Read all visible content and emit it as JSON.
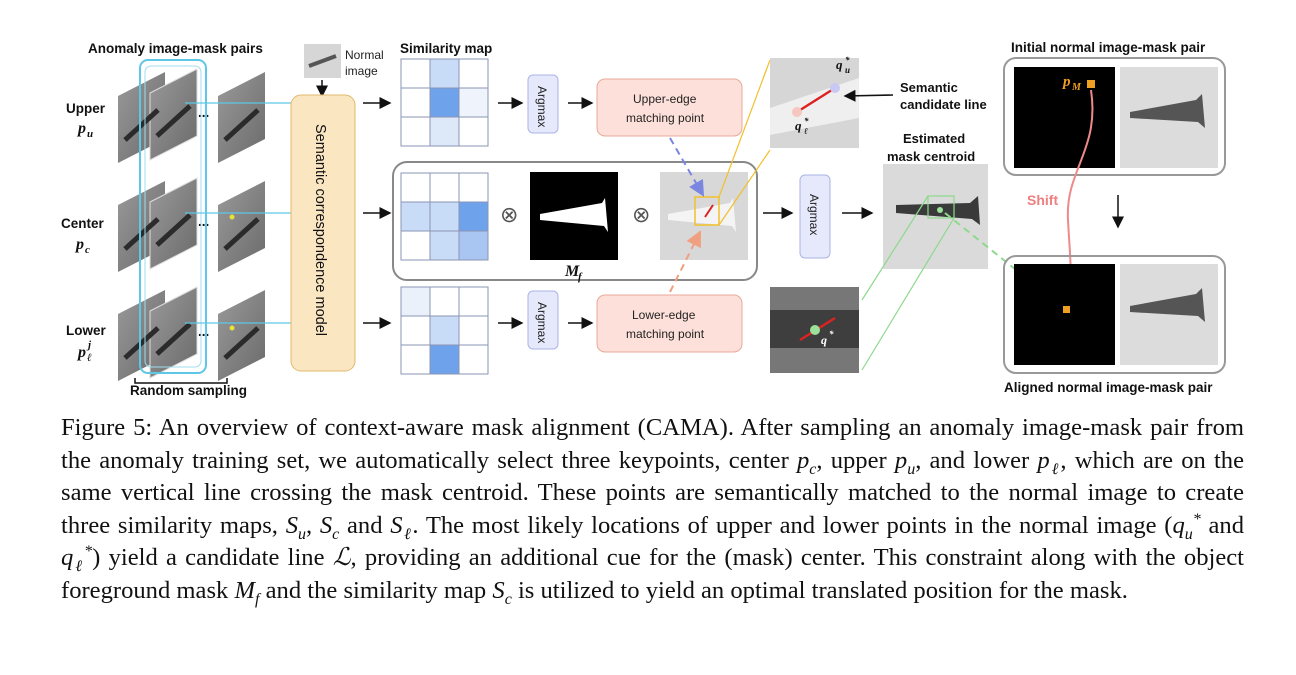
{
  "figure": {
    "left_title": "Anomaly image-mask pairs",
    "normal_image_label_1": "Normal",
    "normal_image_label_2": "image",
    "similarity_map_title": "Similarity map",
    "rows": [
      {
        "name": "Upper",
        "symbol": "p",
        "subscript": "u",
        "superscript": ""
      },
      {
        "name": "Center",
        "symbol": "p",
        "subscript": "c",
        "superscript": ""
      },
      {
        "name": "Lower",
        "symbol": "p",
        "subscript": "ℓ",
        "superscript": "j"
      }
    ],
    "random_sampling": "Random sampling",
    "model_label": "Semantic correspondence model",
    "argmax": "Argmax",
    "upper_match_1": "Upper-edge",
    "upper_match_2": "matching point",
    "lower_match_1": "Lower-edge",
    "lower_match_2": "matching point",
    "mask_symbol": "M",
    "mask_subscript": "f",
    "semantic_line_1": "Semantic",
    "semantic_line_2": "candidate line",
    "q_u": "q",
    "q_u_sub": "u",
    "q_u_sup": "*",
    "q_l": "q",
    "q_l_sub": "ℓ",
    "q_l_sup": "*",
    "q_star": "q",
    "q_star_sup": "*",
    "estimated_1": "Estimated",
    "estimated_2": "mask centroid",
    "initial_pair": "Initial normal image-mask pair",
    "aligned_pair": "Aligned normal image-mask pair",
    "p_m": "p",
    "p_m_sub": "M",
    "shift": "Shift",
    "otimes": "⊗",
    "ellipsis": "...",
    "colors": {
      "model_fill": "#fbe6c2",
      "match_fill": "#fde0da",
      "argmax_fill": "#e6e9fb",
      "cyan_line": "#5ec7e6",
      "shift_arrow": "#ef8a8a",
      "green_dash": "#8cd98c",
      "yellow_line": "#f2bf2c"
    }
  },
  "caption": {
    "label": "Figure 5:",
    "p1": "An overview of context-aware mask alignment (CAMA). After sampling an anomaly image-mask pair from the anomaly training set, we automatically select three keypoints, center",
    "p2": ", upper",
    "p3": ", and lower",
    "p4": ", which are on the same vertical line crossing the mask centroid. These points are semantically matched to the normal image to create three similarity maps,",
    "p5": "and",
    "p6": ". The most likely locations of upper and lower points in the normal image (",
    "p7": "and",
    "p8": ") yield a candidate line",
    "p9": ", providing an additional cue for the (mask) center. This constraint along with the object foreground mask",
    "p10": "and the similarity map",
    "p11": "is utilized to yield an optimal translated position for the mask."
  }
}
